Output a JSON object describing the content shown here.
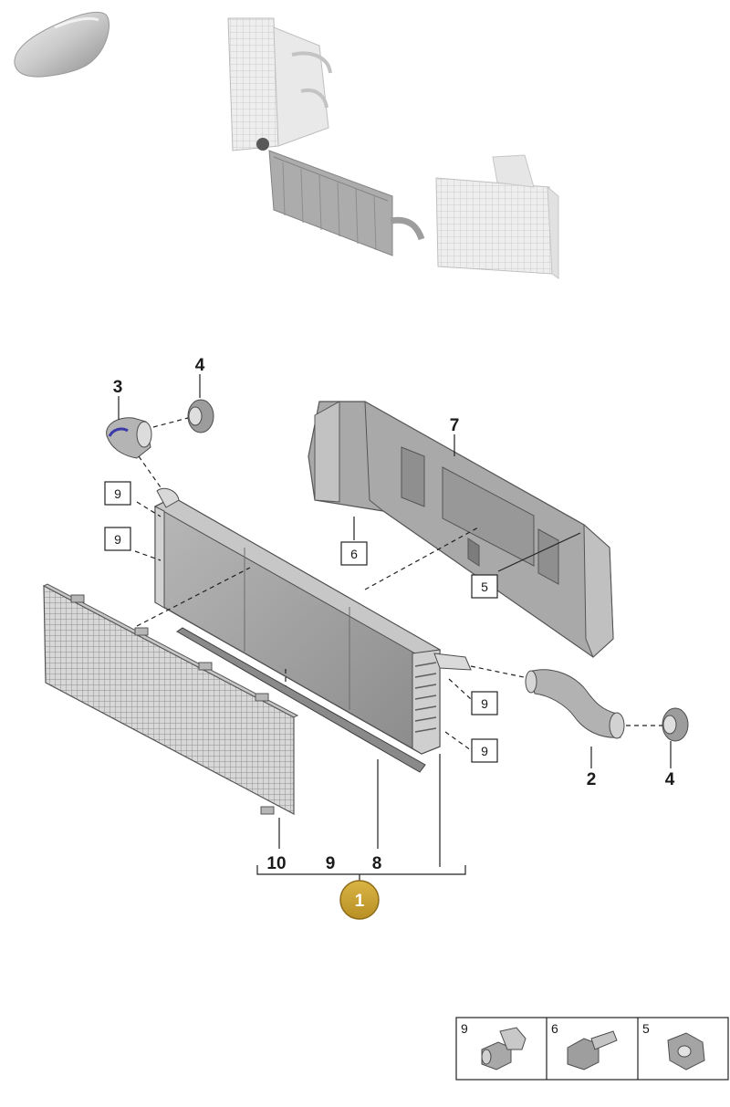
{
  "callouts": {
    "c3": "3",
    "c4a": "4",
    "c7": "7",
    "c9a": "9",
    "c9b": "9",
    "c6": "6",
    "c5": "5",
    "c9c": "9",
    "c9d": "9",
    "c2": "2",
    "c4b": "4"
  },
  "bracket": {
    "n10": "10",
    "n9": "9",
    "n8": "8"
  },
  "main_badge": {
    "label": "1",
    "color": "#c9a237"
  },
  "fastener_legend": [
    {
      "number": "9",
      "part": "clip"
    },
    {
      "number": "6",
      "part": "bolt"
    },
    {
      "number": "5",
      "part": "nut"
    }
  ]
}
